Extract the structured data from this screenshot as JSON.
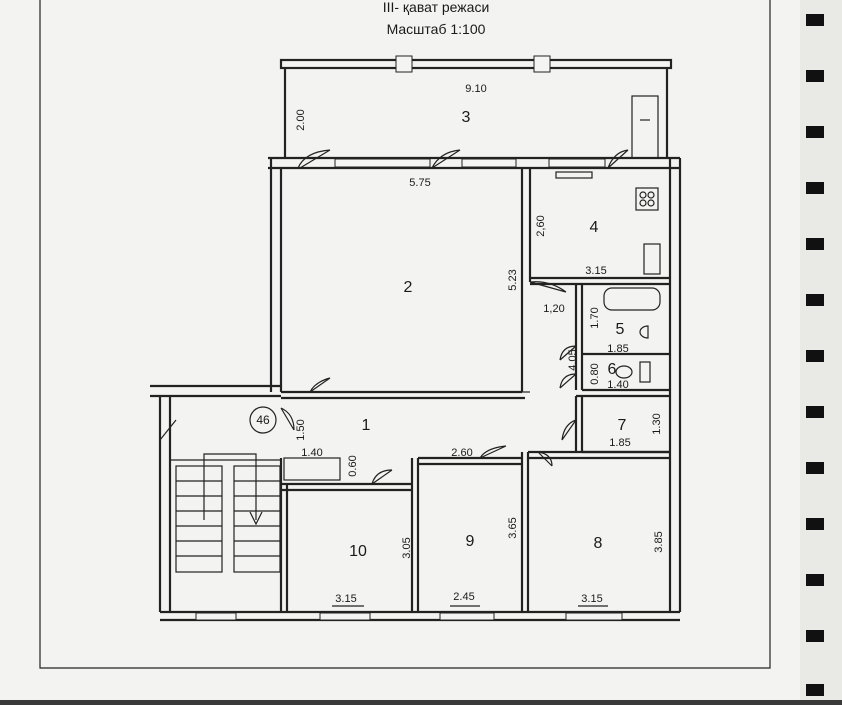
{
  "plan": {
    "title": "III- қават режаси",
    "scale": "Масштаб 1:100",
    "bubble": "46",
    "rooms": {
      "r1": "1",
      "r2": "2",
      "r3": "3",
      "r4": "4",
      "r5": "5",
      "r6": "6",
      "r7": "7",
      "r8": "8",
      "r9": "9",
      "r10": "10"
    },
    "dims": {
      "d_910": "9.10",
      "d_200": "2.00",
      "d_575": "5.75",
      "d_260a": "2,60",
      "d_315a": "3.15",
      "d_523": "5.23",
      "d_120": "1,20",
      "d_170": "1.70",
      "d_185a": "1.85",
      "d_405": "4.05",
      "d_080": "0.80",
      "d_140a": "1.40",
      "d_130": "1.30",
      "d_185b": "1.85",
      "d_150": "1.50",
      "d_140b": "1.40",
      "d_060": "0.60",
      "d_260b": "2.60",
      "d_305": "3.05",
      "d_365": "3.65",
      "d_385": "3.85",
      "d_315b": "3.15",
      "d_245": "2.45",
      "d_315c": "3.15"
    }
  }
}
